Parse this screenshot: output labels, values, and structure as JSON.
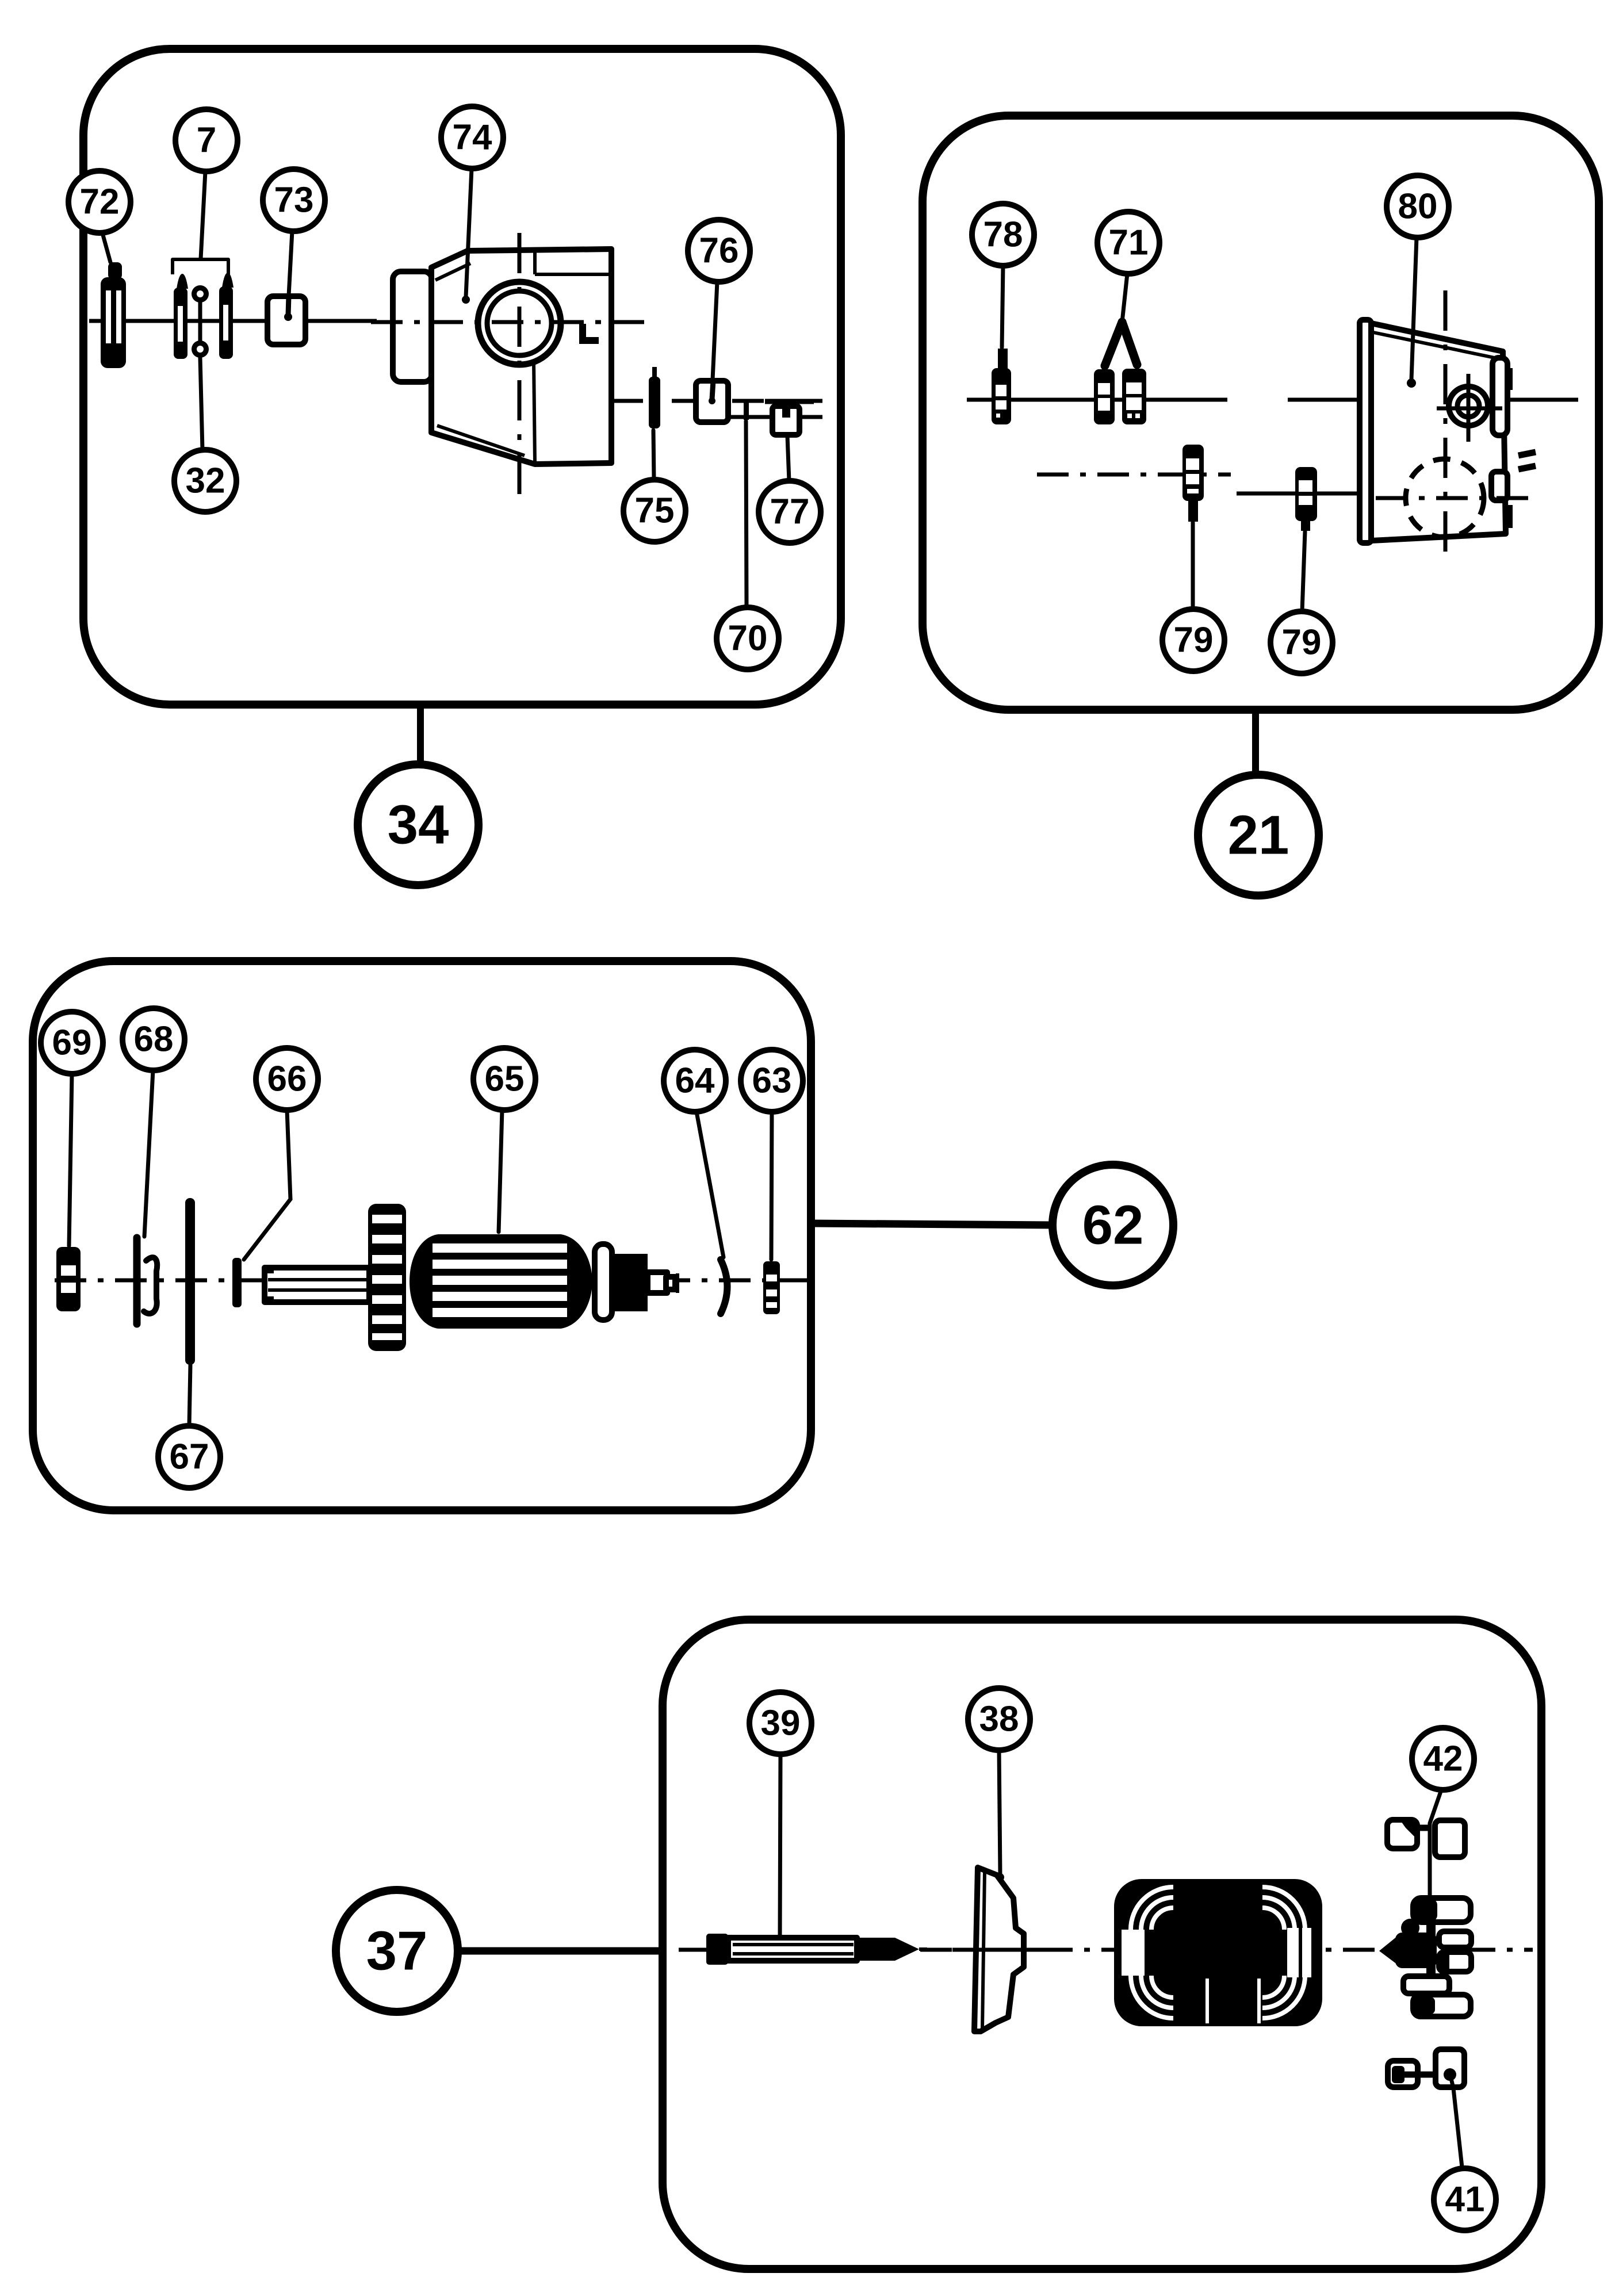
{
  "diagram": {
    "type": "exploded-parts-diagram",
    "background_color": "#ffffff",
    "line_color": "#000000",
    "panels": [
      {
        "id": "panel-34",
        "group_label": "34",
        "callouts": [
          {
            "label": "72"
          },
          {
            "label": "7"
          },
          {
            "label": "73"
          },
          {
            "label": "74"
          },
          {
            "label": "76"
          },
          {
            "label": "32"
          },
          {
            "label": "75"
          },
          {
            "label": "77"
          },
          {
            "label": "70"
          }
        ]
      },
      {
        "id": "panel-21",
        "group_label": "21",
        "callouts": [
          {
            "label": "78"
          },
          {
            "label": "71"
          },
          {
            "label": "80"
          },
          {
            "label": "79"
          },
          {
            "label": "79"
          }
        ]
      },
      {
        "id": "panel-62",
        "group_label": "62",
        "callouts": [
          {
            "label": "69"
          },
          {
            "label": "68"
          },
          {
            "label": "66"
          },
          {
            "label": "65"
          },
          {
            "label": "64"
          },
          {
            "label": "63"
          },
          {
            "label": "67"
          }
        ]
      },
      {
        "id": "panel-37",
        "group_label": "37",
        "callouts": [
          {
            "label": "39"
          },
          {
            "label": "38"
          },
          {
            "label": "42"
          },
          {
            "label": "41"
          }
        ]
      }
    ]
  }
}
